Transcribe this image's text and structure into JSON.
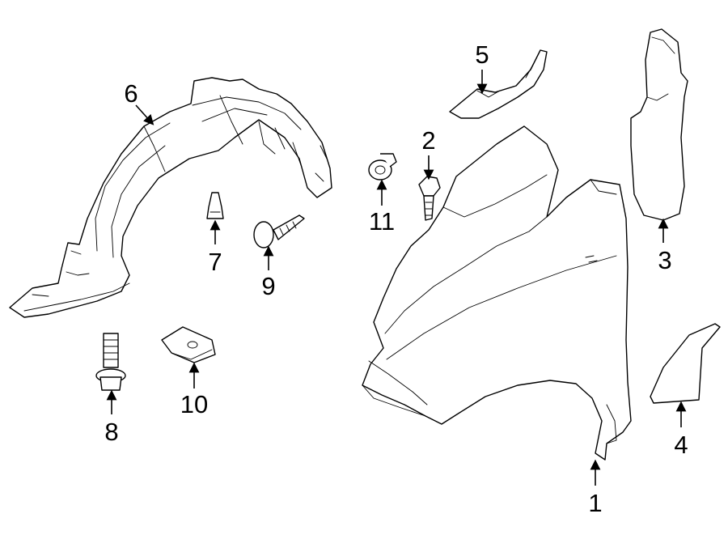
{
  "diagram": {
    "callouts": [
      {
        "id": "1",
        "label": "1",
        "part": "front-fender"
      },
      {
        "id": "2",
        "label": "2",
        "part": "bolt"
      },
      {
        "id": "3",
        "label": "3",
        "part": "fender-insulator"
      },
      {
        "id": "4",
        "label": "4",
        "part": "mud-guard"
      },
      {
        "id": "5",
        "label": "5",
        "part": "fender-seal"
      },
      {
        "id": "6",
        "label": "6",
        "part": "fender-liner"
      },
      {
        "id": "7",
        "label": "7",
        "part": "push-clip"
      },
      {
        "id": "8",
        "label": "8",
        "part": "flange-bolt"
      },
      {
        "id": "9",
        "label": "9",
        "part": "screw"
      },
      {
        "id": "10",
        "label": "10",
        "part": "clip-nut"
      },
      {
        "id": "11",
        "label": "11",
        "part": "grommet"
      }
    ],
    "colors": {
      "line": "#000000",
      "background": "#ffffff"
    }
  }
}
